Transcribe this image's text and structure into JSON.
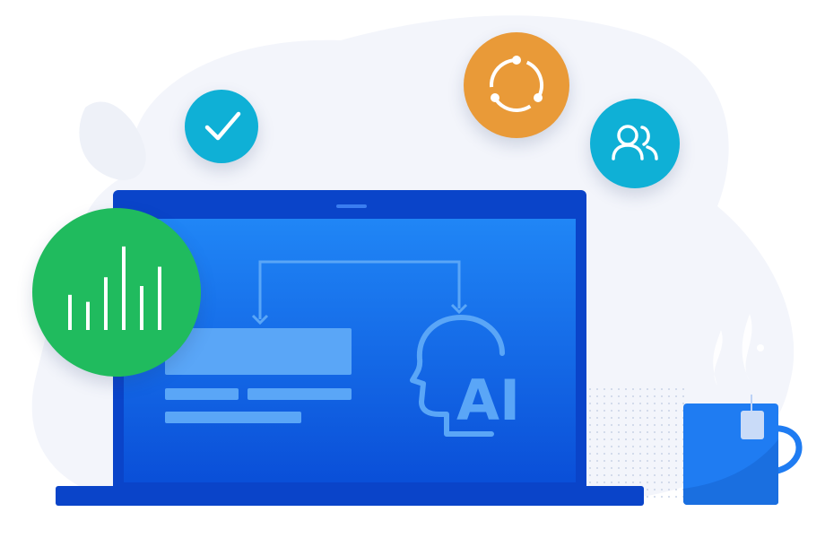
{
  "illustration": {
    "ai_label": "AI",
    "colors": {
      "background_blob": "#f3f5fb",
      "laptop_frame": "#0a44c9",
      "screen_top": "#2086f6",
      "screen_bottom": "#0a4fd8",
      "screen_elements": "#5aa6f7",
      "check_badge": "#0fb0d6",
      "cycle_badge": "#e99a38",
      "users_badge": "#0fb0d6",
      "chart_badge": "#20bb5e",
      "mug": "#1f7cf2"
    },
    "badges": {
      "check": {
        "icon": "checkmark-icon"
      },
      "cycle": {
        "icon": "cycle-icon"
      },
      "users": {
        "icon": "users-icon"
      },
      "chart": {
        "icon": "bar-chart-icon",
        "bars": [
          0.4,
          0.32,
          0.6,
          0.95,
          0.5,
          0.72
        ]
      }
    }
  }
}
